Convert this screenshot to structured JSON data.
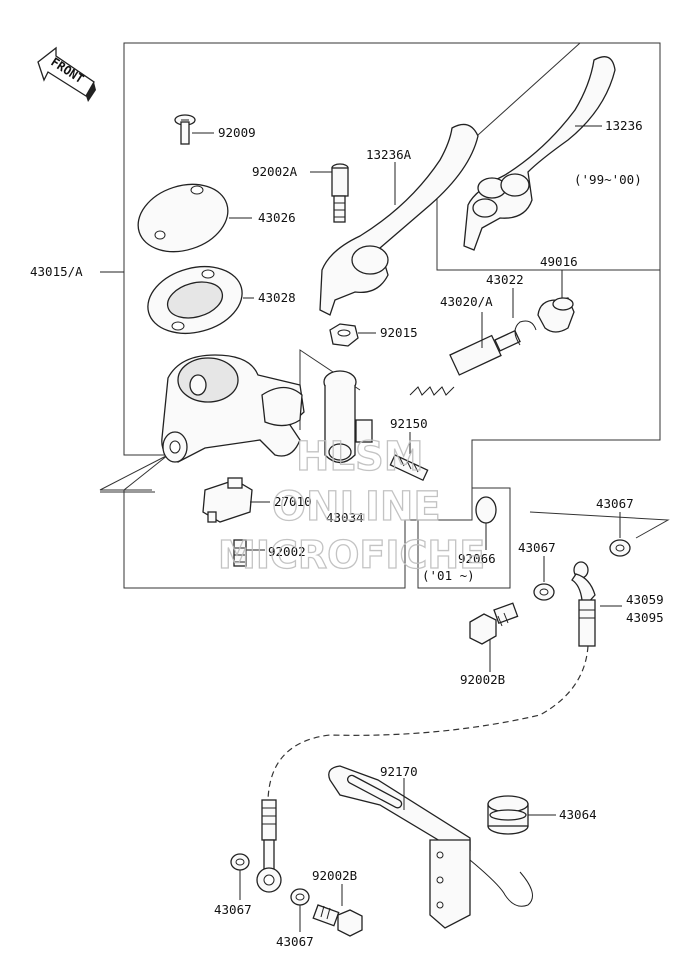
{
  "front_label": "FRONT",
  "note_99_00": "('99~'00)",
  "note_01": "('01 ~)",
  "watermark": [
    "HLSM",
    "ONLINE",
    "MICROFICHE"
  ],
  "callouts": {
    "p92009": "92009",
    "p92002a": "92002A",
    "p13236a": "13236A",
    "p13236": "13236",
    "p43026": "43026",
    "p43015a": "43015/A",
    "p43028": "43028",
    "p43022": "43022",
    "p49016": "49016",
    "p43020a": "43020/A",
    "p92015": "92015",
    "p92150": "92150",
    "p27010": "27010",
    "p43034": "43034",
    "p92002": "92002",
    "p92066": "92066",
    "p43067_a": "43067",
    "p43067_b": "43067",
    "p43059": "43059",
    "p43095": "43095",
    "p92002b_a": "92002B",
    "p92170": "92170",
    "p43064": "43064",
    "p43067_c": "43067",
    "p92002b_b": "92002B",
    "p43067_d": "43067"
  }
}
